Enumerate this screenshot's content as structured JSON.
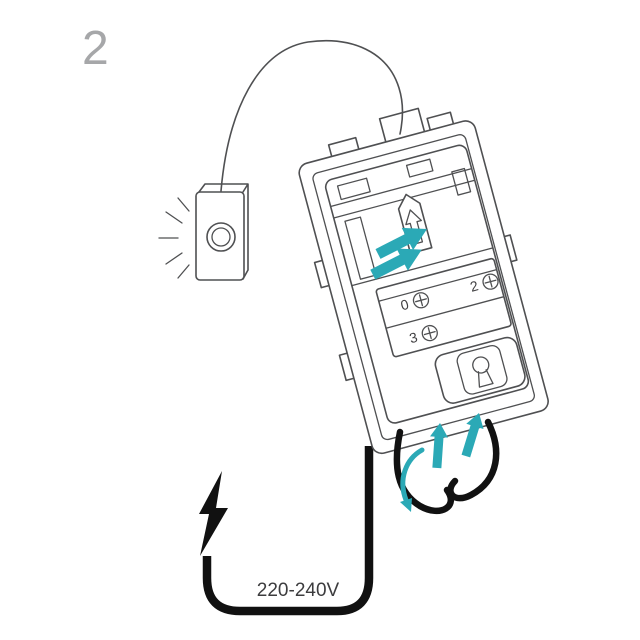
{
  "step": {
    "number": "2"
  },
  "device": {
    "terminals": [
      {
        "label": "0"
      },
      {
        "label": "2"
      },
      {
        "label": "3"
      }
    ]
  },
  "power": {
    "voltage_label": "220-240V"
  },
  "icons": {
    "doorbell_button": "doorbell-button",
    "press_rays": "press-indicator-rays",
    "slider_arrow": "slider-up-arrow",
    "slide_direction": "teal-double-chevron-arrows",
    "wire_insert": "teal-up-arrow",
    "wire_loop": "teal-curved-arrow",
    "keyhole": "keyhole",
    "screw": "screw-plus-terminal",
    "power": "lightning-bolt"
  },
  "colors": {
    "accent": "#2BA9B6",
    "line": "#4F5052",
    "wire": "#111111",
    "step_number": "#A6A7A9",
    "label": "#414042",
    "background": "#FFFFFF"
  }
}
